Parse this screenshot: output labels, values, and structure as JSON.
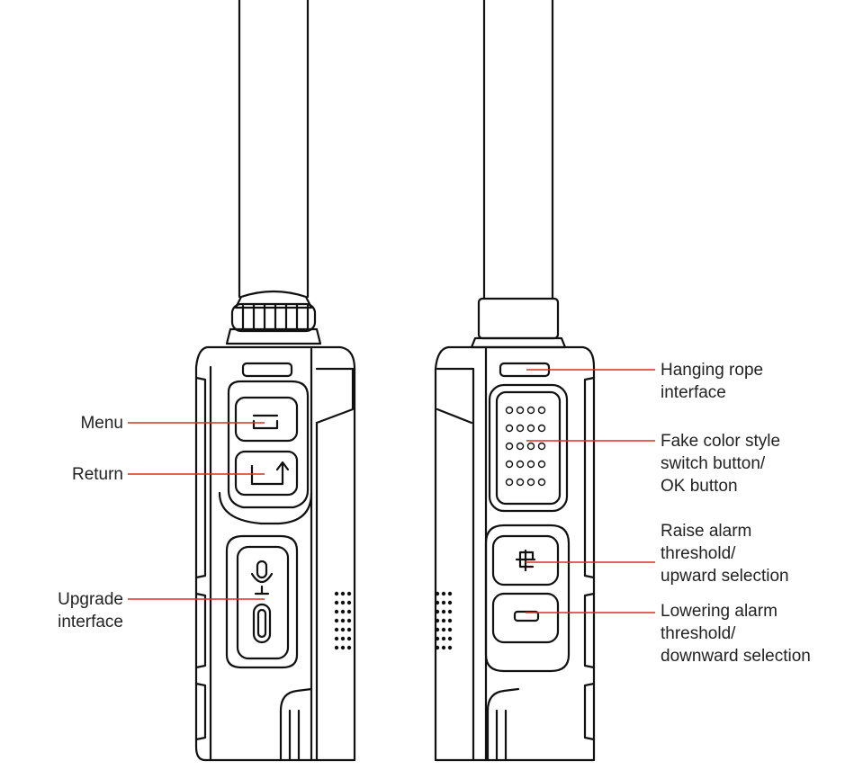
{
  "colors": {
    "outline": "#111111",
    "leader_line": "#d9301e",
    "label_text": "#222222",
    "background": "#ffffff"
  },
  "left_device": {
    "callouts": [
      {
        "id": "menu",
        "lines": [
          "Menu"
        ]
      },
      {
        "id": "return",
        "lines": [
          "Return"
        ]
      },
      {
        "id": "upgrade",
        "lines": [
          "Upgrade",
          "interface"
        ]
      }
    ]
  },
  "right_device": {
    "callouts": [
      {
        "id": "rope",
        "lines": [
          "Hanging rope",
          "interface"
        ]
      },
      {
        "id": "ok",
        "lines": [
          "Fake color style",
          "switch button/",
          "OK button"
        ]
      },
      {
        "id": "raise",
        "lines": [
          "Raise alarm",
          "threshold/",
          "upward selection"
        ]
      },
      {
        "id": "lower",
        "lines": [
          "Lowering alarm",
          "threshold/",
          "downward selection"
        ]
      }
    ]
  }
}
